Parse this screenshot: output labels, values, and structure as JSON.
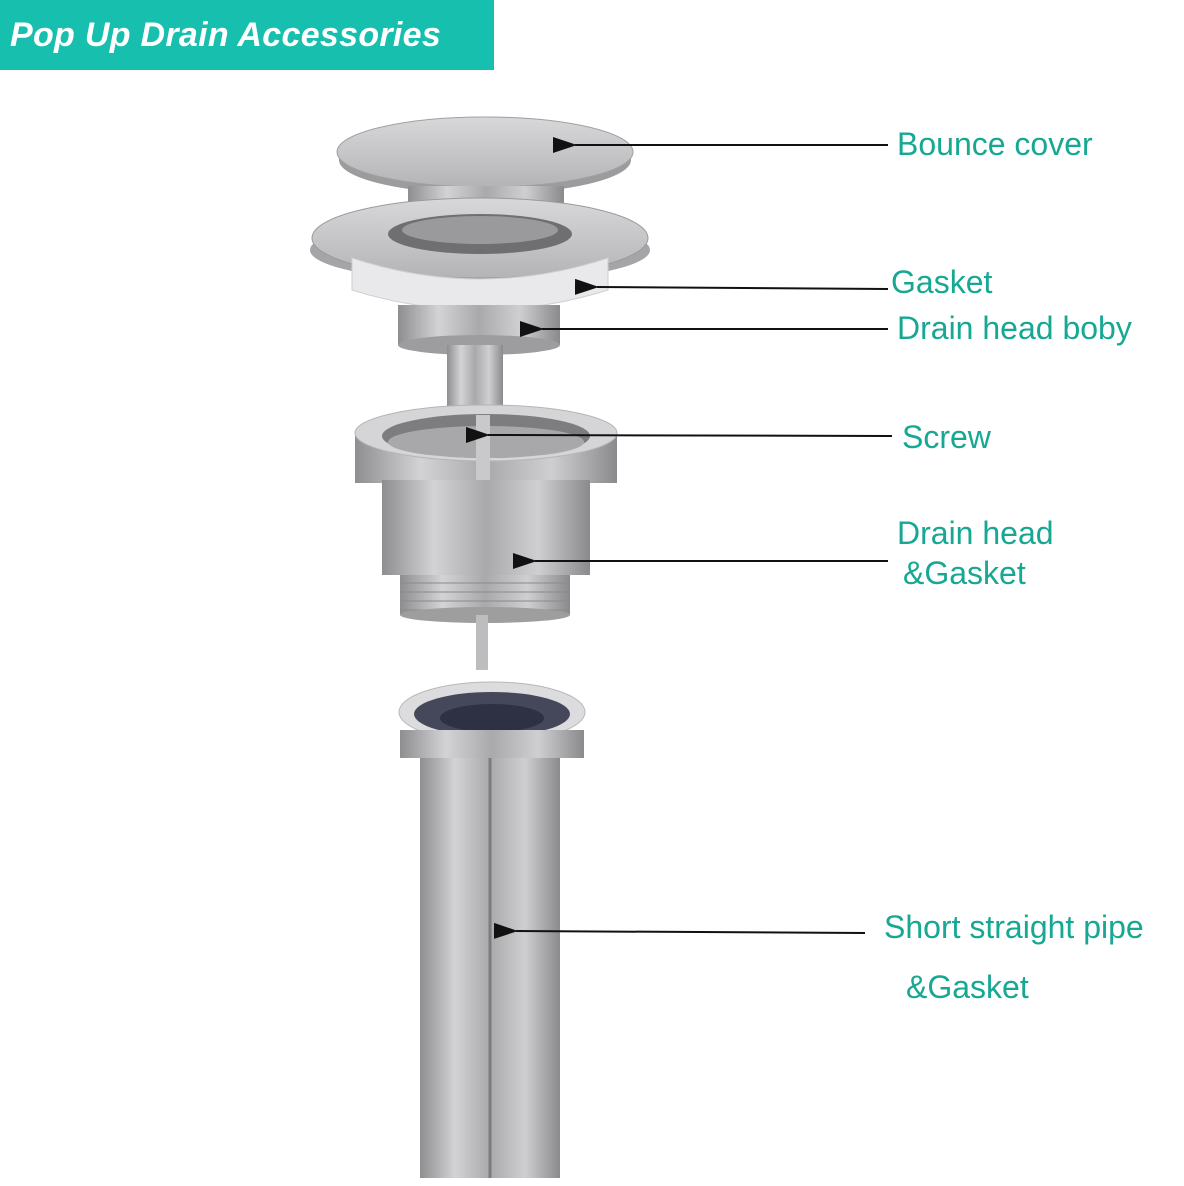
{
  "title": "Pop Up Drain Accessories",
  "colors": {
    "banner": "#17bfae",
    "label_text": "#17a893",
    "arrow": "#111111",
    "metal": "#b9b9bb"
  },
  "labels": [
    {
      "id": "bounce-cover",
      "line1": "Bounce cover",
      "line2": ""
    },
    {
      "id": "gasket",
      "line1": "Gasket",
      "line2": ""
    },
    {
      "id": "drain-head-body",
      "line1": "Drain head boby",
      "line2": ""
    },
    {
      "id": "screw",
      "line1": "Screw",
      "line2": ""
    },
    {
      "id": "drain-head-gasket",
      "line1": "Drain head",
      "line2": "&Gasket"
    },
    {
      "id": "short-straight-pipe",
      "line1": "Short straight pipe",
      "line2": "&Gasket"
    }
  ]
}
